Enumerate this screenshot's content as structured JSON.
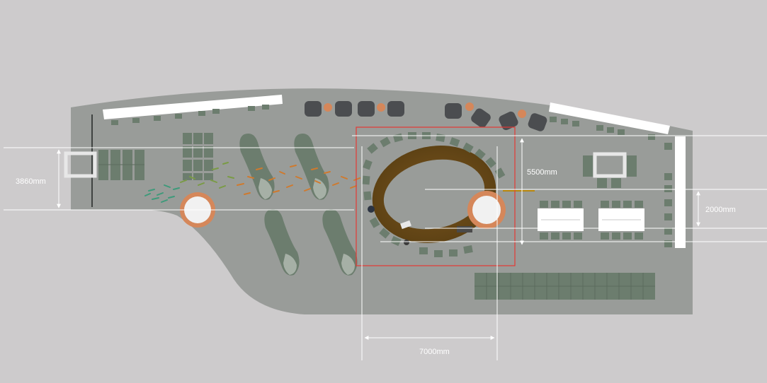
{
  "dimensions": {
    "left_height": "3860mm",
    "center_height": "5500mm",
    "right_height": "2000mm",
    "center_width": "7000mm"
  },
  "colors": {
    "background": "#cdcbcc",
    "floor": "#999c99",
    "furniture": "#6c7d6e",
    "dark_chair": "#4b4d50",
    "ring_table": "#6b4a18",
    "accent_orange": "#d5875a",
    "highlight": "#e53935",
    "dimension_line": "#ffffff"
  }
}
